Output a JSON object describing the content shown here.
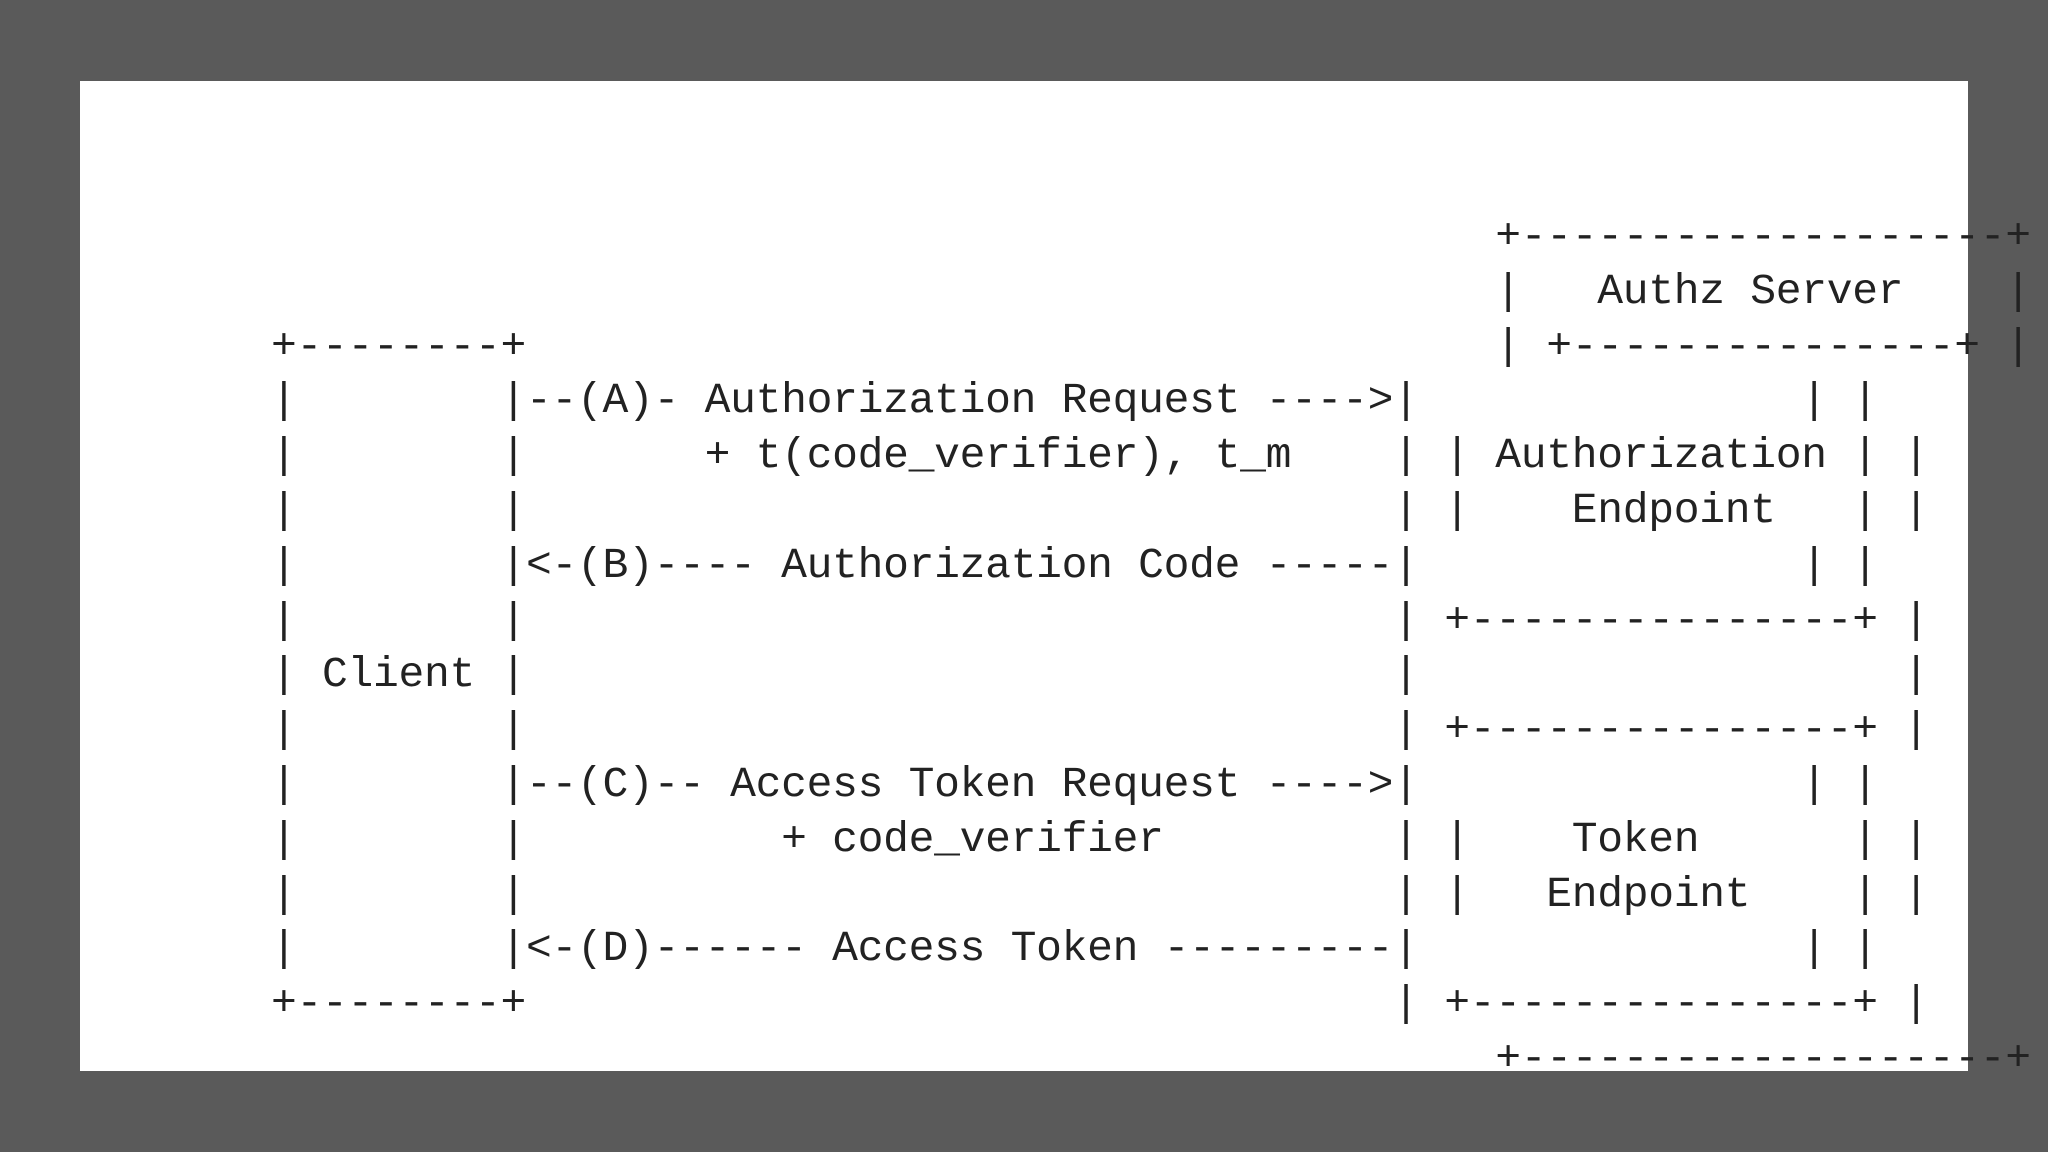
{
  "diagram": {
    "lines": [
      "                                                +-------------------+",
      "                                                |   Authz Server    |",
      "+--------+                                      | +---------------+ |",
      "|        |--(A)- Authorization Request ---->|               | |",
      "|        |       + t(code_verifier), t_m    | | Authorization | |",
      "|        |                                  | |    Endpoint   | |",
      "|        |<-(B)---- Authorization Code -----|               | |",
      "|        |                                  | +---------------+ |",
      "| Client |                                  |                   |",
      "|        |                                  | +---------------+ |",
      "|        |--(C)-- Access Token Request ---->|               | |",
      "|        |          + code_verifier         | |    Token      | |",
      "|        |                                  | |   Endpoint    | |",
      "|        |<-(D)------ Access Token ---------|               | |",
      "+--------+                                  | +---------------+ |",
      "                                                +-------------------+"
    ]
  }
}
